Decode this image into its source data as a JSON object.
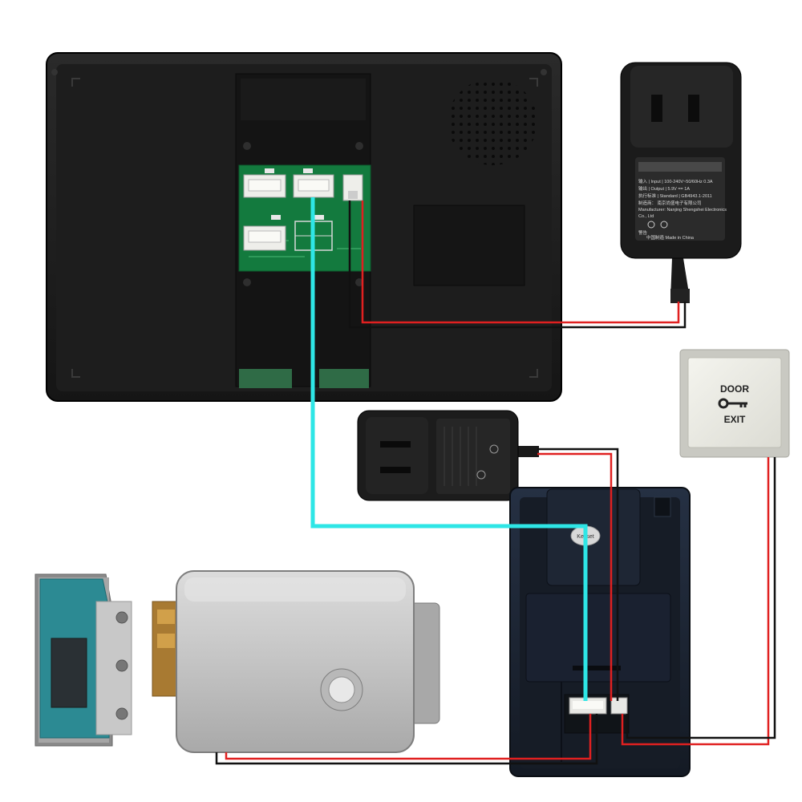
{
  "adapter_top": {
    "lines": [
      "输入 | Input | 100-240V~50/60Hz 0.3A",
      "输出 | Output | 5.9V == 1A",
      "执行标准 | Standard | GB4943.1-2011",
      "制造商： 南京尚盛电子有限公司",
      "Manufacturer: Nanjing Shengshei Electronics",
      "Co., Ltd",
      "中国制造 Made in China"
    ],
    "warning": "警告"
  },
  "exit_button": {
    "line1": "DOOR",
    "line2": "EXIT"
  },
  "doorbell": {
    "badge": "Keyset"
  },
  "wire_colors": {
    "signal": "#2ee6e6",
    "power_positive": "#e02020",
    "power_negative": "#111111"
  }
}
